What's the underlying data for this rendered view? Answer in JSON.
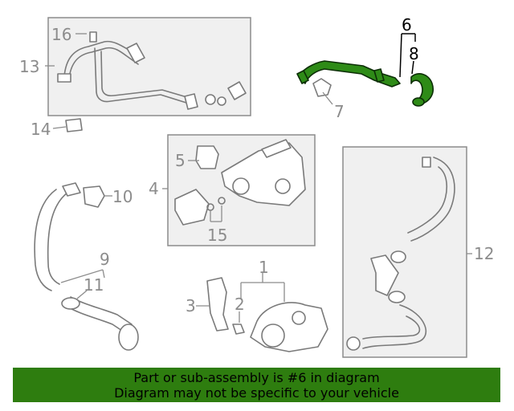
{
  "callouts": {
    "c1": "1",
    "c2": "2",
    "c3": "3",
    "c4": "4",
    "c5": "5",
    "c6": "6",
    "c7": "7",
    "c8": "8",
    "c9": "9",
    "c10": "10",
    "c11": "11",
    "c12": "12",
    "c13": "13",
    "c14": "14",
    "c15": "15",
    "c16": "16"
  },
  "banner": {
    "line1": "Part or sub-assembly is #6 in diagram",
    "line2": "Diagram may not be specific to your vehicle"
  },
  "colors": {
    "highlight": "#2e8b17",
    "banner": "#2e7d0f",
    "line_art": "#7a7a7a",
    "box_fill": "#f0f0f0"
  }
}
